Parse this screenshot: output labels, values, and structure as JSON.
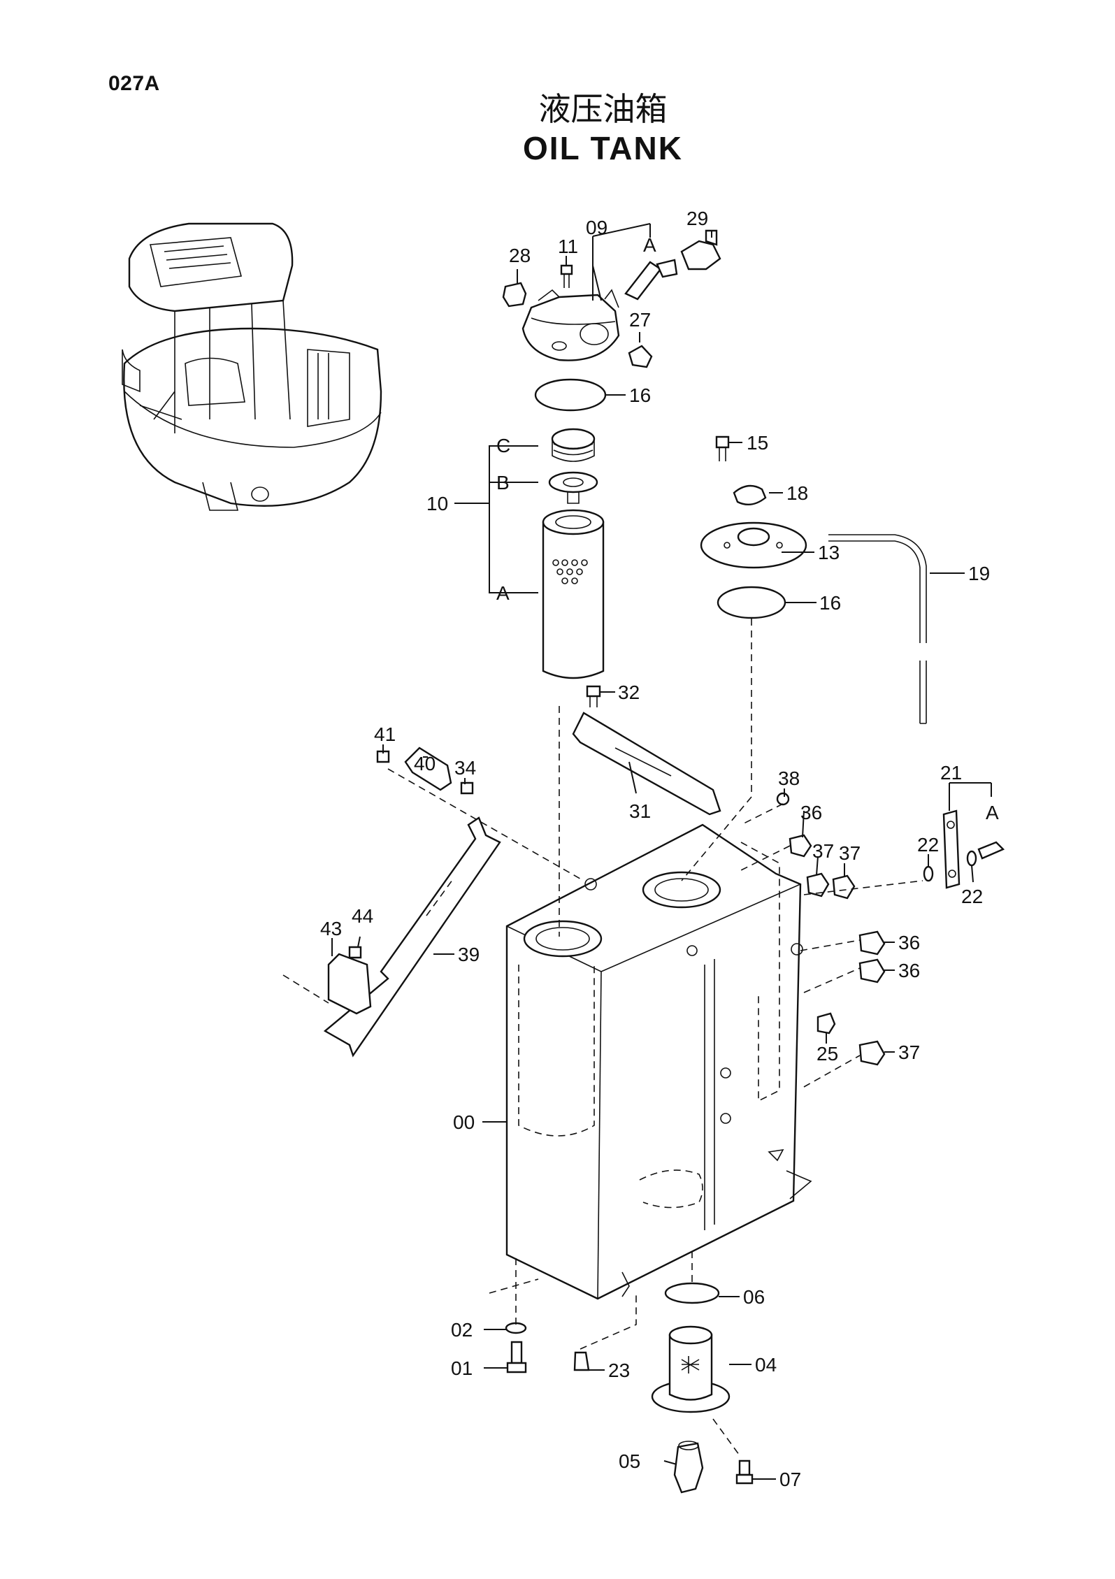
{
  "header": {
    "page_code": "027A",
    "title_cn": "液压油箱",
    "title_en": "OIL  TANK"
  },
  "callouts": [
    {
      "id": "c28",
      "text": "28"
    },
    {
      "id": "c11",
      "text": "11"
    },
    {
      "id": "c09",
      "text": "09"
    },
    {
      "id": "c29",
      "text": "29"
    },
    {
      "id": "cA1",
      "text": "A"
    },
    {
      "id": "c27",
      "text": "27"
    },
    {
      "id": "c16a",
      "text": "16"
    },
    {
      "id": "cC",
      "text": "C"
    },
    {
      "id": "cB",
      "text": "B"
    },
    {
      "id": "c10",
      "text": "10"
    },
    {
      "id": "cA2",
      "text": "A"
    },
    {
      "id": "c15",
      "text": "15"
    },
    {
      "id": "c18",
      "text": "18"
    },
    {
      "id": "c13",
      "text": "13"
    },
    {
      "id": "c19",
      "text": "19"
    },
    {
      "id": "c16b",
      "text": "16"
    },
    {
      "id": "c32",
      "text": "32"
    },
    {
      "id": "c41",
      "text": "41"
    },
    {
      "id": "c40",
      "text": "40"
    },
    {
      "id": "c34",
      "text": "34"
    },
    {
      "id": "c31",
      "text": "31"
    },
    {
      "id": "c38",
      "text": "38"
    },
    {
      "id": "c36a",
      "text": "36"
    },
    {
      "id": "c37a",
      "text": "37"
    },
    {
      "id": "c37b",
      "text": "37"
    },
    {
      "id": "c21",
      "text": "21"
    },
    {
      "id": "cA3",
      "text": "A"
    },
    {
      "id": "c22a",
      "text": "22"
    },
    {
      "id": "c22b",
      "text": "22"
    },
    {
      "id": "c43",
      "text": "43"
    },
    {
      "id": "c44",
      "text": "44"
    },
    {
      "id": "c39",
      "text": "39"
    },
    {
      "id": "c36b",
      "text": "36"
    },
    {
      "id": "c36c",
      "text": "36"
    },
    {
      "id": "c25",
      "text": "25"
    },
    {
      "id": "c37c",
      "text": "37"
    },
    {
      "id": "c00",
      "text": "00"
    },
    {
      "id": "c06",
      "text": "06"
    },
    {
      "id": "c02",
      "text": "02"
    },
    {
      "id": "c04",
      "text": "04"
    },
    {
      "id": "c01",
      "text": "01"
    },
    {
      "id": "c23",
      "text": "23"
    },
    {
      "id": "c05",
      "text": "05"
    },
    {
      "id": "c07",
      "text": "07"
    }
  ]
}
